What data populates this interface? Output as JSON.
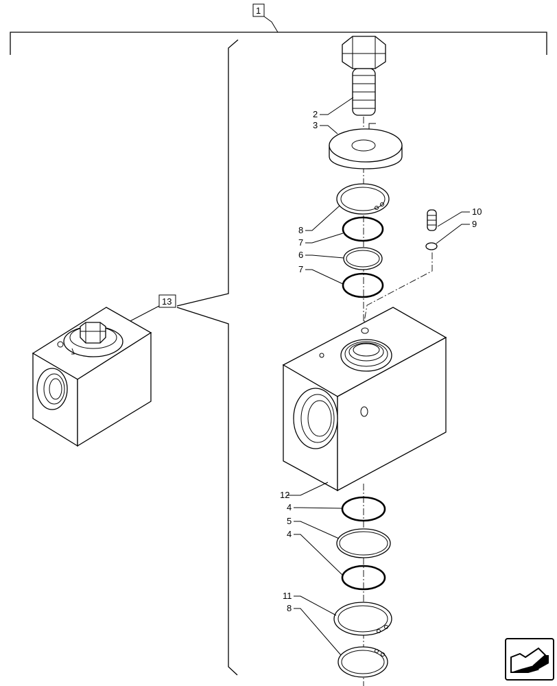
{
  "callouts": {
    "assembly": "1",
    "subassembly": "13"
  },
  "labels": {
    "bolt": "2",
    "washer": "3",
    "snap_ring_top": "8",
    "o_ring_top_a": "7",
    "backup_ring_top": "6",
    "o_ring_top_b": "7",
    "screw_small": "10",
    "o_ring_small": "9",
    "valve_body": "12",
    "o_ring_bottom_a": "4",
    "backup_ring_bottom": "5",
    "o_ring_bottom_b": "4",
    "snap_ring_bottom_a": "11",
    "snap_ring_bottom_b": "8"
  },
  "nav_icon": "arrow-next-icon"
}
